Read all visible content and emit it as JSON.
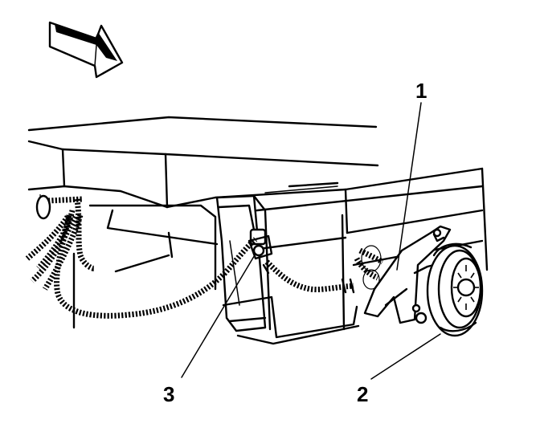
{
  "diagram": {
    "callouts": [
      {
        "id": "1",
        "label": "1"
      },
      {
        "id": "2",
        "label": "2"
      },
      {
        "id": "3",
        "label": "3"
      }
    ],
    "icons": [
      "direction-arrow-icon"
    ],
    "colors": {
      "ink": "#000000",
      "paper": "#ffffff"
    }
  }
}
